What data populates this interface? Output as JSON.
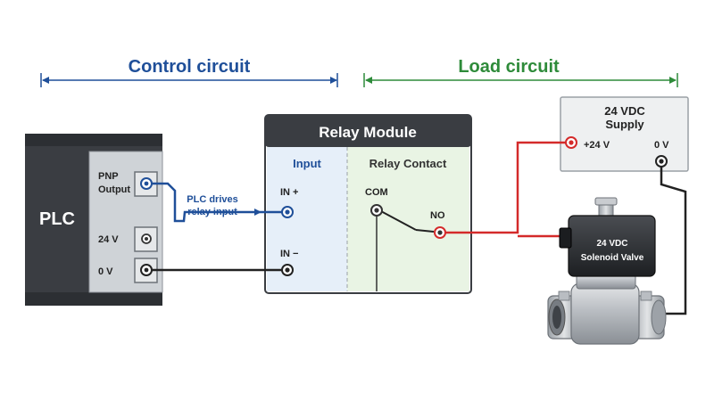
{
  "sections": {
    "control": {
      "label": "Control circuit",
      "color": "#1f4f99"
    },
    "load": {
      "label": "Load circuit",
      "color": "#2e8b3a"
    }
  },
  "plc": {
    "label": "PLC",
    "terminals": {
      "pnp_output_line1": "PNP",
      "pnp_output_line2": "Output",
      "v24": "24 V",
      "v0": "0 V"
    }
  },
  "annotation": {
    "line1": "PLC drives",
    "line2": "relay input"
  },
  "relay_module": {
    "title": "Relay Module",
    "input": {
      "header": "Input",
      "in_plus": "IN +",
      "in_minus": "IN −"
    },
    "contact": {
      "header": "Relay Contact",
      "com": "COM",
      "no": "NO"
    }
  },
  "supply": {
    "title_line1": "24 VDC",
    "title_line2": "Supply",
    "plus": "+24 V",
    "zero": "0 V"
  },
  "valve": {
    "label_line1": "24 VDC",
    "label_line2": "Solenoid Valve"
  },
  "colors": {
    "control_wire": "#1f4f99",
    "load_wire": "#d42a2a",
    "ground_wire": "#222222",
    "plc_body": "#3a3d42",
    "module_header": "#3a3d42",
    "input_panel": "#e6eff9",
    "contact_panel": "#e9f4e4",
    "supply_panel": "#eef0f1"
  },
  "icons": [
    "terminal-screw-icon",
    "double-arrow-icon"
  ]
}
